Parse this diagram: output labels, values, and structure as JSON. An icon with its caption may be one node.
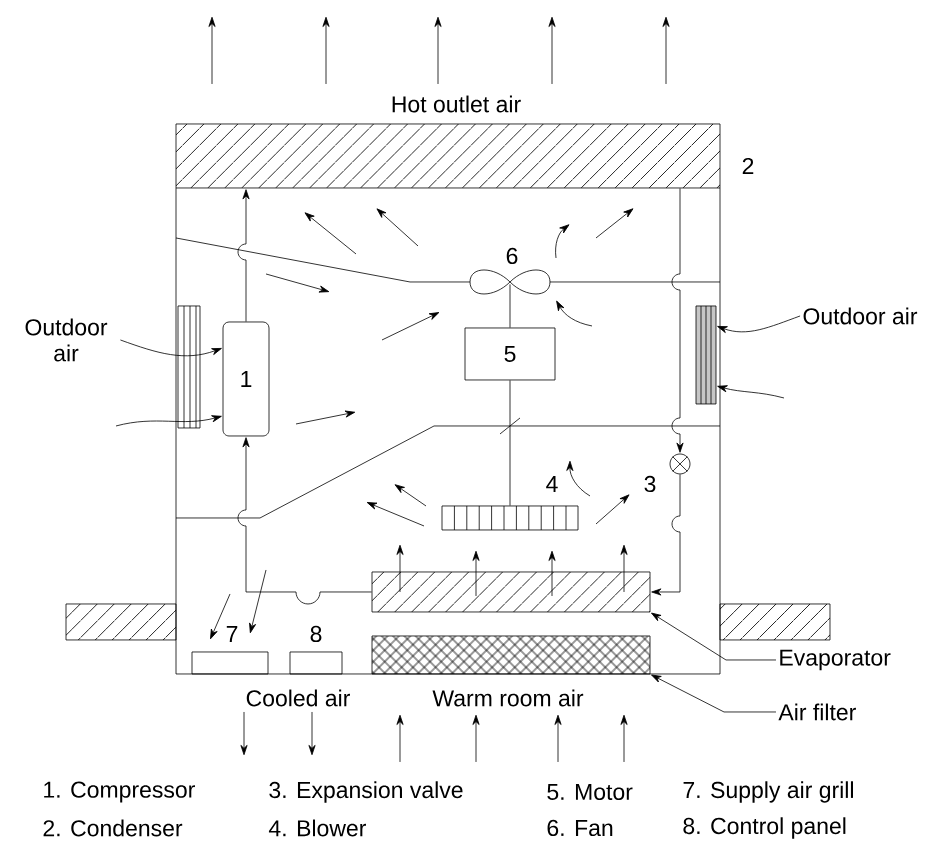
{
  "diagram": {
    "nodes": [
      {
        "text": [
          "2"
        ]
      },
      {
        "text": [
          "1"
        ]
      },
      {
        "text": [
          "6"
        ]
      },
      {
        "text": [
          "5"
        ]
      },
      {
        "text": [
          "Outdoor air"
        ]
      },
      {
        "text": [
          "Outdoor air"
        ]
      },
      {
        "text": [],
        "shape": "box"
      },
      {
        "text": [
          "3"
        ]
      },
      {
        "text": [
          "4"
        ]
      },
      {
        "text": [],
        "shape": "box"
      },
      {
        "text": [
          "7"
        ]
      },
      {
        "text": [
          "8"
        ]
      },
      {
        "text": [],
        "shape": "box"
      },
      {
        "text": [
          "Evaporator"
        ]
      },
      {
        "text": [
          "Air filter"
        ]
      }
    ],
    "edges": [
      {
        "from": 1,
        "to": 0,
        "arrow": "to"
      },
      {
        "from": 0,
        "to": 7,
        "arrow": "to"
      },
      {
        "from": 7,
        "to": 9,
        "arrow": "to"
      },
      {
        "from": 9,
        "to": 1,
        "arrow": "to"
      },
      {
        "from": 4,
        "to": 1,
        "arrow": "to"
      },
      {
        "from": null,
        "to": 1,
        "arrow": "to"
      },
      {
        "from": 5,
        "to": 6,
        "arrow": "to"
      },
      {
        "from": null,
        "to": 6,
        "arrow": "to"
      },
      {
        "from": 3,
        "to": 2,
        "arrow": "none"
      },
      {
        "from": 3,
        "to": 8,
        "arrow": "none"
      },
      {
        "from": 13,
        "to": 9,
        "arrow": "to"
      },
      {
        "from": 14,
        "to": 12,
        "arrow": "to"
      }
    ],
    "labels": [
      "Hot outlet air",
      "Cooled air",
      "Warm room air",
      "1. Compressor",
      "3. Expansion valve",
      "5. Motor",
      "7. Supply air grill",
      "2. Condenser",
      "4. Blower",
      "6. Fan",
      "8. Control panel"
    ]
  }
}
